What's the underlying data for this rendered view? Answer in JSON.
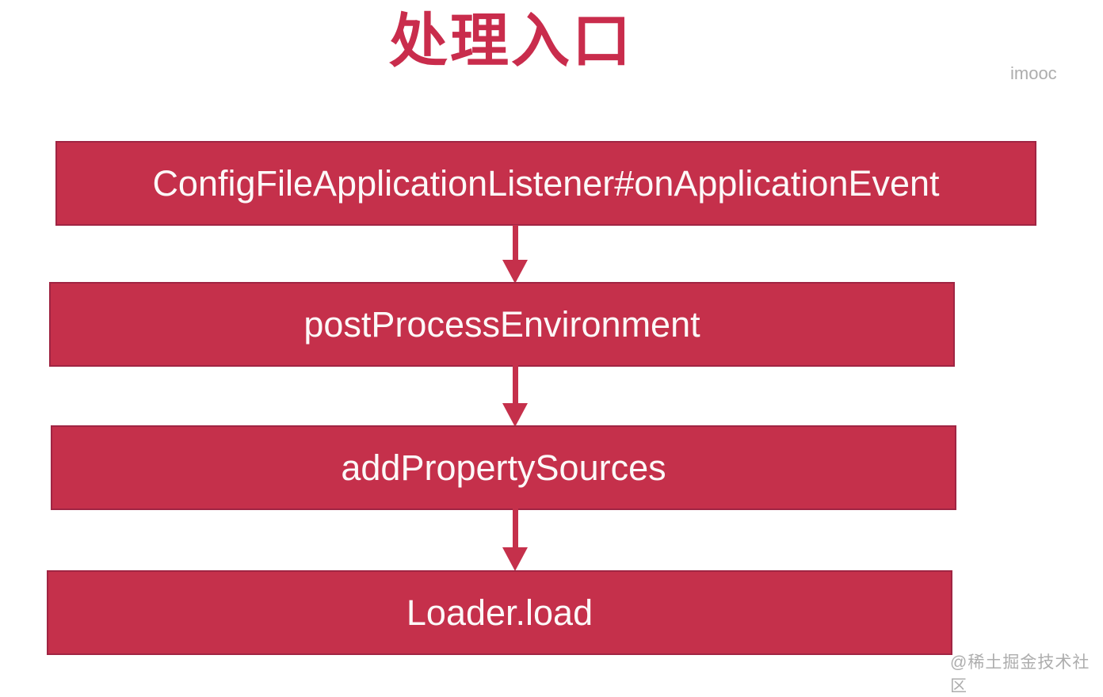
{
  "title": "处理入口",
  "watermarks": {
    "top_right": "imooc",
    "bottom_right": "@稀土掘金技术社区"
  },
  "flow": {
    "nodes": [
      {
        "id": "config-file-application-listener",
        "label": "ConfigFileApplicationListener#onApplicationEvent"
      },
      {
        "id": "post-process-environment",
        "label": "postProcessEnvironment"
      },
      {
        "id": "add-property-sources",
        "label": "addPropertySources"
      },
      {
        "id": "loader-load",
        "label": "Loader.load"
      }
    ],
    "connections": [
      {
        "from": "config-file-application-listener",
        "to": "post-process-environment",
        "direction": "down"
      },
      {
        "from": "post-process-environment",
        "to": "add-property-sources",
        "direction": "down"
      },
      {
        "from": "add-property-sources",
        "to": "loader-load",
        "direction": "down"
      }
    ]
  },
  "colors": {
    "accent": "#C5304B",
    "node-bg": "#C5304B",
    "node-border": "#A02543",
    "node-text": "#FCF8F8",
    "title": "#C92C4C",
    "watermark": "#ADADAD"
  }
}
